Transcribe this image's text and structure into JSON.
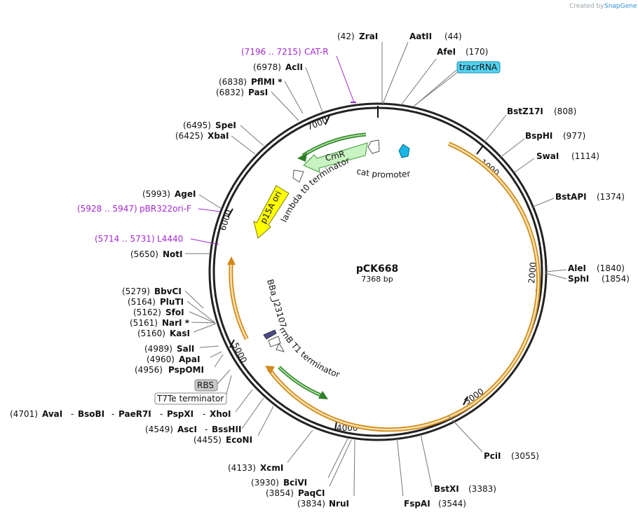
{
  "credit": {
    "prefix": "Created by",
    "brand": "SnapGene"
  },
  "plasmid": {
    "name": "pCK668",
    "length": "7368 bp",
    "total_bp": 7368
  },
  "ticks": [
    "1000",
    "2000",
    "3000",
    "4000",
    "5000",
    "6000",
    "7000"
  ],
  "sites": [
    {
      "pos": "(42)",
      "name": "ZraI"
    },
    {
      "pos": "(44)",
      "name": "AatII"
    },
    {
      "pos": "(170)",
      "name": "AfeI"
    },
    {
      "pos": "(808)",
      "name": "BstZ17I"
    },
    {
      "pos": "(977)",
      "name": "BspHI"
    },
    {
      "pos": "(1114)",
      "name": "SwaI"
    },
    {
      "pos": "(1374)",
      "name": "BstAPI"
    },
    {
      "pos": "(1840)",
      "name": "AleI"
    },
    {
      "pos": "(1854)",
      "name": "SphI"
    },
    {
      "pos": "(3055)",
      "name": "PciI"
    },
    {
      "pos": "(3383)",
      "name": "BstXI"
    },
    {
      "pos": "(3544)",
      "name": "FspAI"
    },
    {
      "pos": "(3834)",
      "name": "NruI"
    },
    {
      "pos": "(3854)",
      "name": "PaqCI"
    },
    {
      "pos": "(3930)",
      "name": "BciVI"
    },
    {
      "pos": "(4133)",
      "name": "XcmI"
    },
    {
      "pos": "(4455)",
      "name": "EcoNI"
    },
    {
      "pos": "(4549)",
      "name": "AscI"
    },
    {
      "pos": "",
      "name": "BssHII"
    },
    {
      "pos": "(4701)",
      "name": "AvaI"
    },
    {
      "pos": "",
      "name": "BsoBI"
    },
    {
      "pos": "",
      "name": "PaeR7I"
    },
    {
      "pos": "",
      "name": "PspXI"
    },
    {
      "pos": "",
      "name": "XhoI"
    },
    {
      "pos": "(4956)",
      "name": "PspOMI"
    },
    {
      "pos": "(4960)",
      "name": "ApaI"
    },
    {
      "pos": "(4989)",
      "name": "SalI"
    },
    {
      "pos": "(5160)",
      "name": "KasI"
    },
    {
      "pos": "(5161)",
      "name": "NarI *"
    },
    {
      "pos": "(5162)",
      "name": "SfoI"
    },
    {
      "pos": "(5164)",
      "name": "PluTI"
    },
    {
      "pos": "(5279)",
      "name": "BbvCI"
    },
    {
      "pos": "(5650)",
      "name": "NotI"
    },
    {
      "pos": "(5993)",
      "name": "AgeI"
    },
    {
      "pos": "(6425)",
      "name": "XbaI"
    },
    {
      "pos": "(6495)",
      "name": "SpeI"
    },
    {
      "pos": "(6832)",
      "name": "PasI"
    },
    {
      "pos": "(6838)",
      "name": "PflMI *"
    },
    {
      "pos": "(6978)",
      "name": "AclI"
    }
  ],
  "primers": [
    {
      "range": "(7196 .. 7215)",
      "name": "CAT-R"
    },
    {
      "range": "(5928 .. 5947)",
      "name": "pBR322ori-F"
    },
    {
      "range": "(5714 .. 5731)",
      "name": "L4440"
    }
  ],
  "features": {
    "tracrRNA": "tracrRNA",
    "cat_promoter": "cat promoter",
    "CmR": "CmR",
    "lambda_t0": "lambda t0 terminator",
    "p15A": "p15A ori",
    "bba": "BBa_J23107",
    "rrnB": "rrnB T1 terminator",
    "RBS": "RBS",
    "T7Te": "T7Te terminator"
  },
  "colors": {
    "backbone": "#222222",
    "orf_arc": "#d08a1a",
    "orf_fill": "#fbe3b0",
    "cmr_fill": "#c9f3c2",
    "cmr_stroke": "#3e9a3a",
    "ori_fill": "#ffff00",
    "promoter_fill": "#19b6e6",
    "primer": "#a02ad0",
    "label_box_blue": "#53d2f0",
    "label_box_gray": "#c9c9c9"
  }
}
